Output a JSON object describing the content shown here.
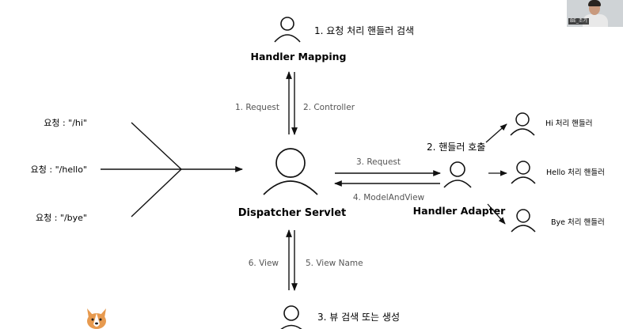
{
  "nodes": {
    "handler_mapping": {
      "label": "Handler Mapping",
      "note": "1. 요청 처리 핸들러 검색"
    },
    "dispatcher": {
      "label": "Dispatcher Servlet"
    },
    "handler_adapter": {
      "label": "Handler Adapter",
      "note": "2. 핸들러 호출"
    },
    "view": {
      "note": "3. 뷰 검색 또는 생성"
    }
  },
  "requests": [
    "요청 : \"/hi\"",
    "요청 : \"/hello\"",
    "요청 : \"/bye\""
  ],
  "handlers": [
    "Hi 처리 핸들러",
    "Hello 처리 핸들러",
    "Bye 처리 핸들러"
  ],
  "edges": {
    "request": "1. Request",
    "controller": "2. Controller",
    "request3": "3. Request",
    "model_and_view": "4. ModelAndView",
    "view": "6. View",
    "view_name": "5. View Name"
  },
  "webcam": {
    "name": "BE_조기"
  },
  "colors": {
    "line": "#111111",
    "text": "#111111",
    "muted": "#555555"
  }
}
